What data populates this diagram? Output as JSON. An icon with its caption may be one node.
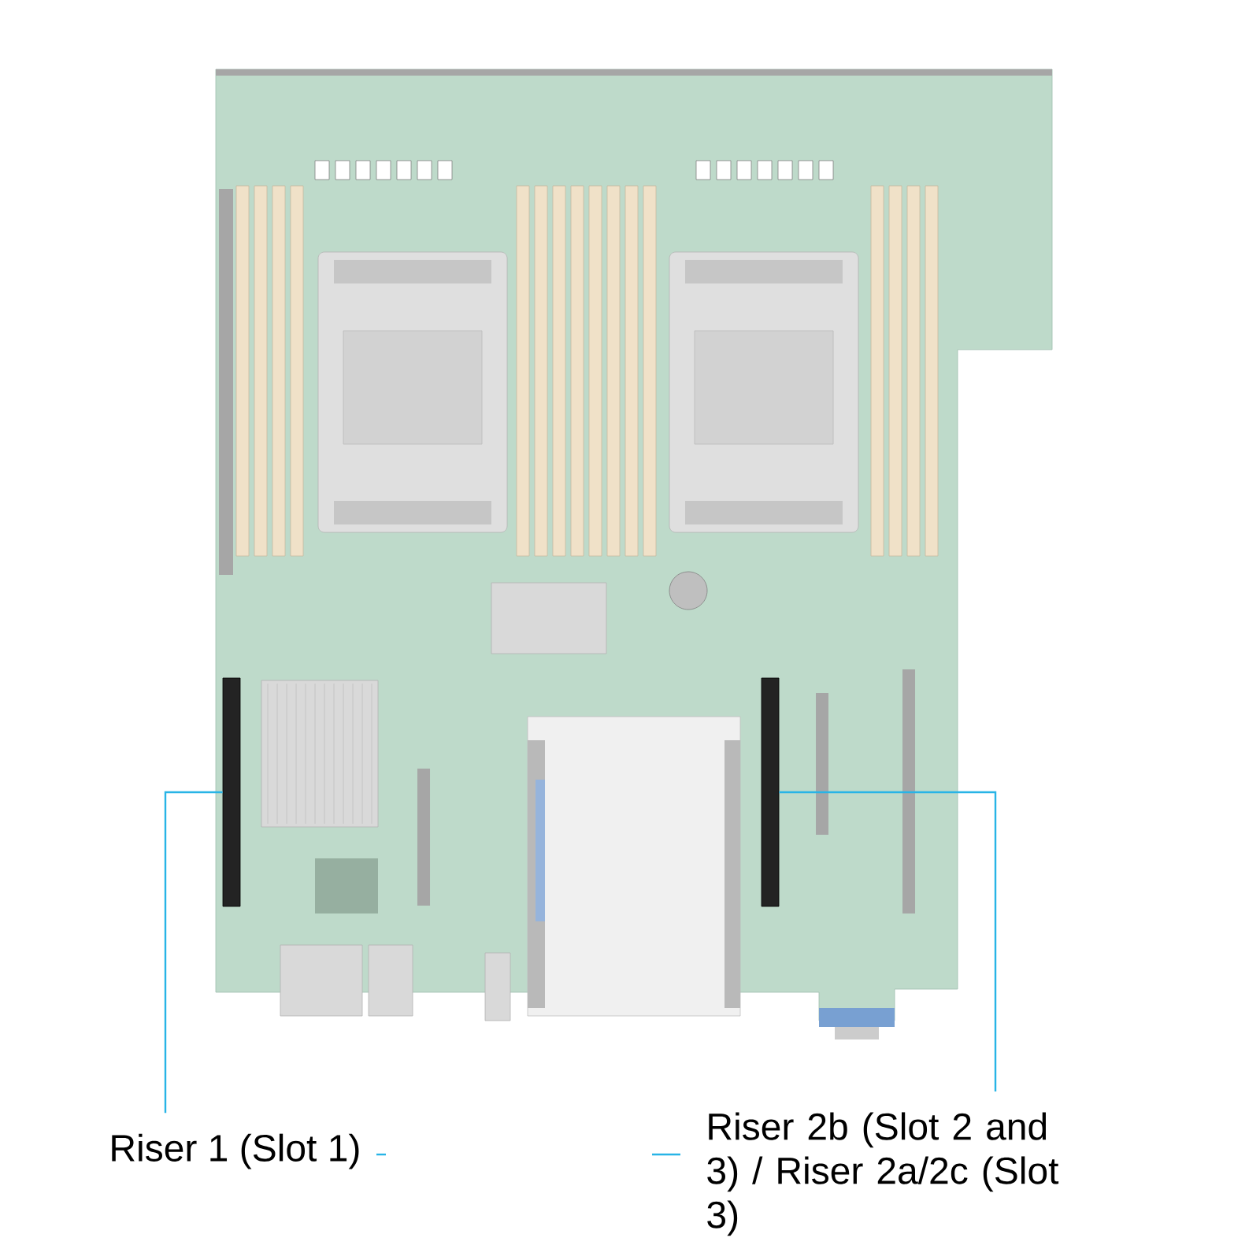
{
  "diagram": {
    "nodes": [
      {
        "text": [
          "Riser 1 (Slot 1)"
        ]
      },
      {
        "text": [],
        "shape": "bar"
      },
      {
        "text": [
          "Riser 2b (Slot 2 and 3) / Riser 2a/2c (Slot 3)"
        ]
      },
      {
        "text": [],
        "shape": "bar"
      }
    ],
    "edges": [
      {
        "from": 0,
        "to": 1,
        "arrow": "none"
      },
      {
        "from": 2,
        "to": 3,
        "arrow": "none"
      }
    ]
  }
}
